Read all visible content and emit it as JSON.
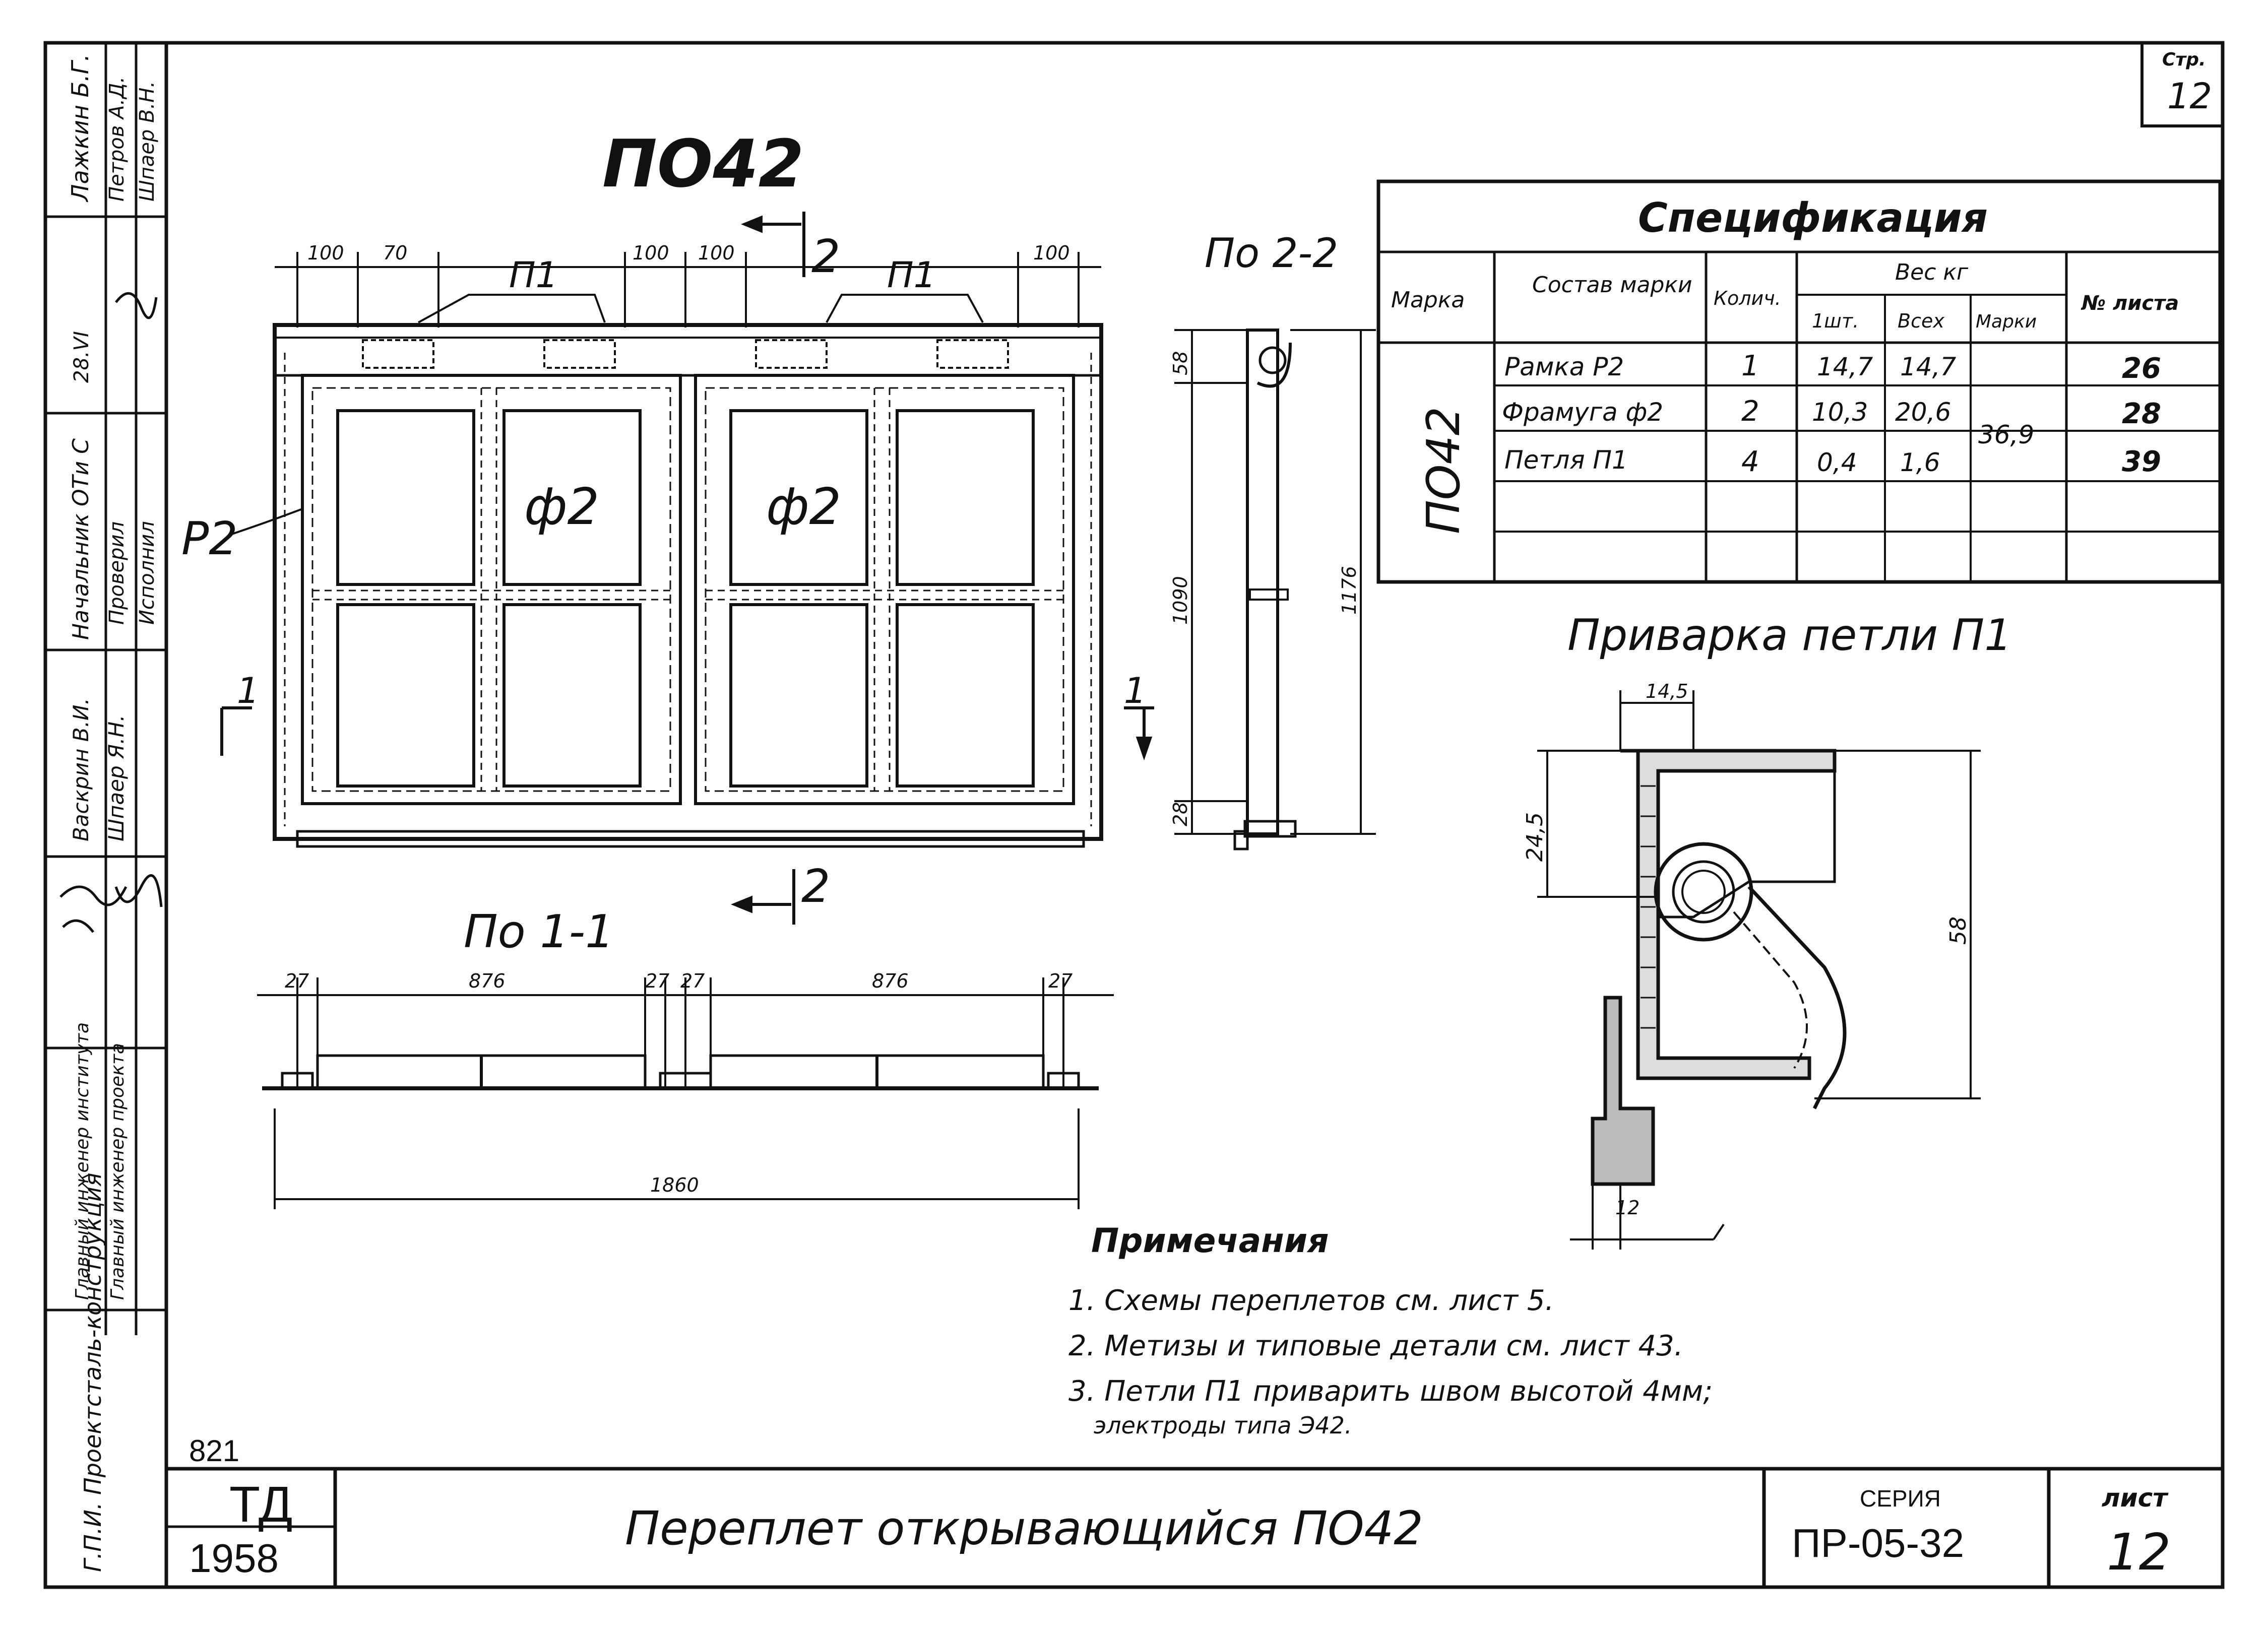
{
  "page": {
    "sheet_box_label": "Стр.",
    "sheet_box_number": "12"
  },
  "drawing": {
    "title": "ПО42",
    "section_2": "2",
    "section_1": "1",
    "view_22_label": "По 2-2",
    "view_11_label": "По 1-1",
    "sash_label_left": "ф2",
    "sash_label_right": "ф2",
    "frame_label": "Р2",
    "hinge_label_left": "П1",
    "hinge_label_right": "П1",
    "top_dims": [
      "100",
      "70",
      "100",
      "100",
      "100"
    ],
    "section22_dims": [
      "58",
      "1090",
      "28",
      "1176"
    ],
    "section11_dims": [
      "27",
      "876",
      "27",
      "27",
      "876",
      "27"
    ],
    "overall_width": "1860"
  },
  "spec": {
    "title": "Спецификация",
    "headers": {
      "mark": "Марка",
      "composition": "Состав марки",
      "qty": "Колич.",
      "weight": "Вес кг",
      "w_one": "1шт.",
      "w_all": "Всех",
      "w_mark": "Марки",
      "sheet_no": "№ листа"
    },
    "mark_value": "ПО42",
    "rows": [
      {
        "name": "Рамка Р2",
        "qty": "1",
        "w1": "14,7",
        "wall": "14,7",
        "sheet": "26"
      },
      {
        "name": "Фрамуга ф2",
        "qty": "2",
        "w1": "10,3",
        "wall": "20,6",
        "sheet": "28"
      },
      {
        "name": "Петля П1",
        "qty": "4",
        "w1": "0,4",
        "wall": "1,6",
        "sheet": "39"
      }
    ],
    "mark_weight": "36,9"
  },
  "weld": {
    "title": "Приварка петли П1",
    "dims": [
      "14,5",
      "24,5",
      "58",
      "12"
    ]
  },
  "notes": {
    "title": "Примечания",
    "items": [
      "1. Схемы переплетов см. лист 5.",
      "2. Метизы и типовые детали см. лист 43.",
      "3. Петли П1 приварить швом высотой 4мм;",
      "электроды типа Э42."
    ]
  },
  "titleblock": {
    "stamp_top": "821",
    "stamp_mid": "ТД",
    "stamp_year": "1958",
    "name": "Переплет открывающийся ПО42",
    "series_label": "СЕРИЯ",
    "series_value": "ПР-05-32",
    "sheet_label": "лист",
    "sheet_value": "12"
  },
  "sidebar": {
    "org": "Г.П.И. Проектсталь-конструкция",
    "roles": [
      "Главный инженер института",
      "Главный инженер проекта",
      "Начальник ОТи С",
      "Проверил",
      "Исполнил"
    ],
    "names": [
      "Лажкин Б.Г.",
      "Петров А.Д.",
      "Шпаер В.Н.",
      "Васкрин В.И.",
      "Шпаер Я.Н."
    ],
    "date": "28.VI"
  }
}
